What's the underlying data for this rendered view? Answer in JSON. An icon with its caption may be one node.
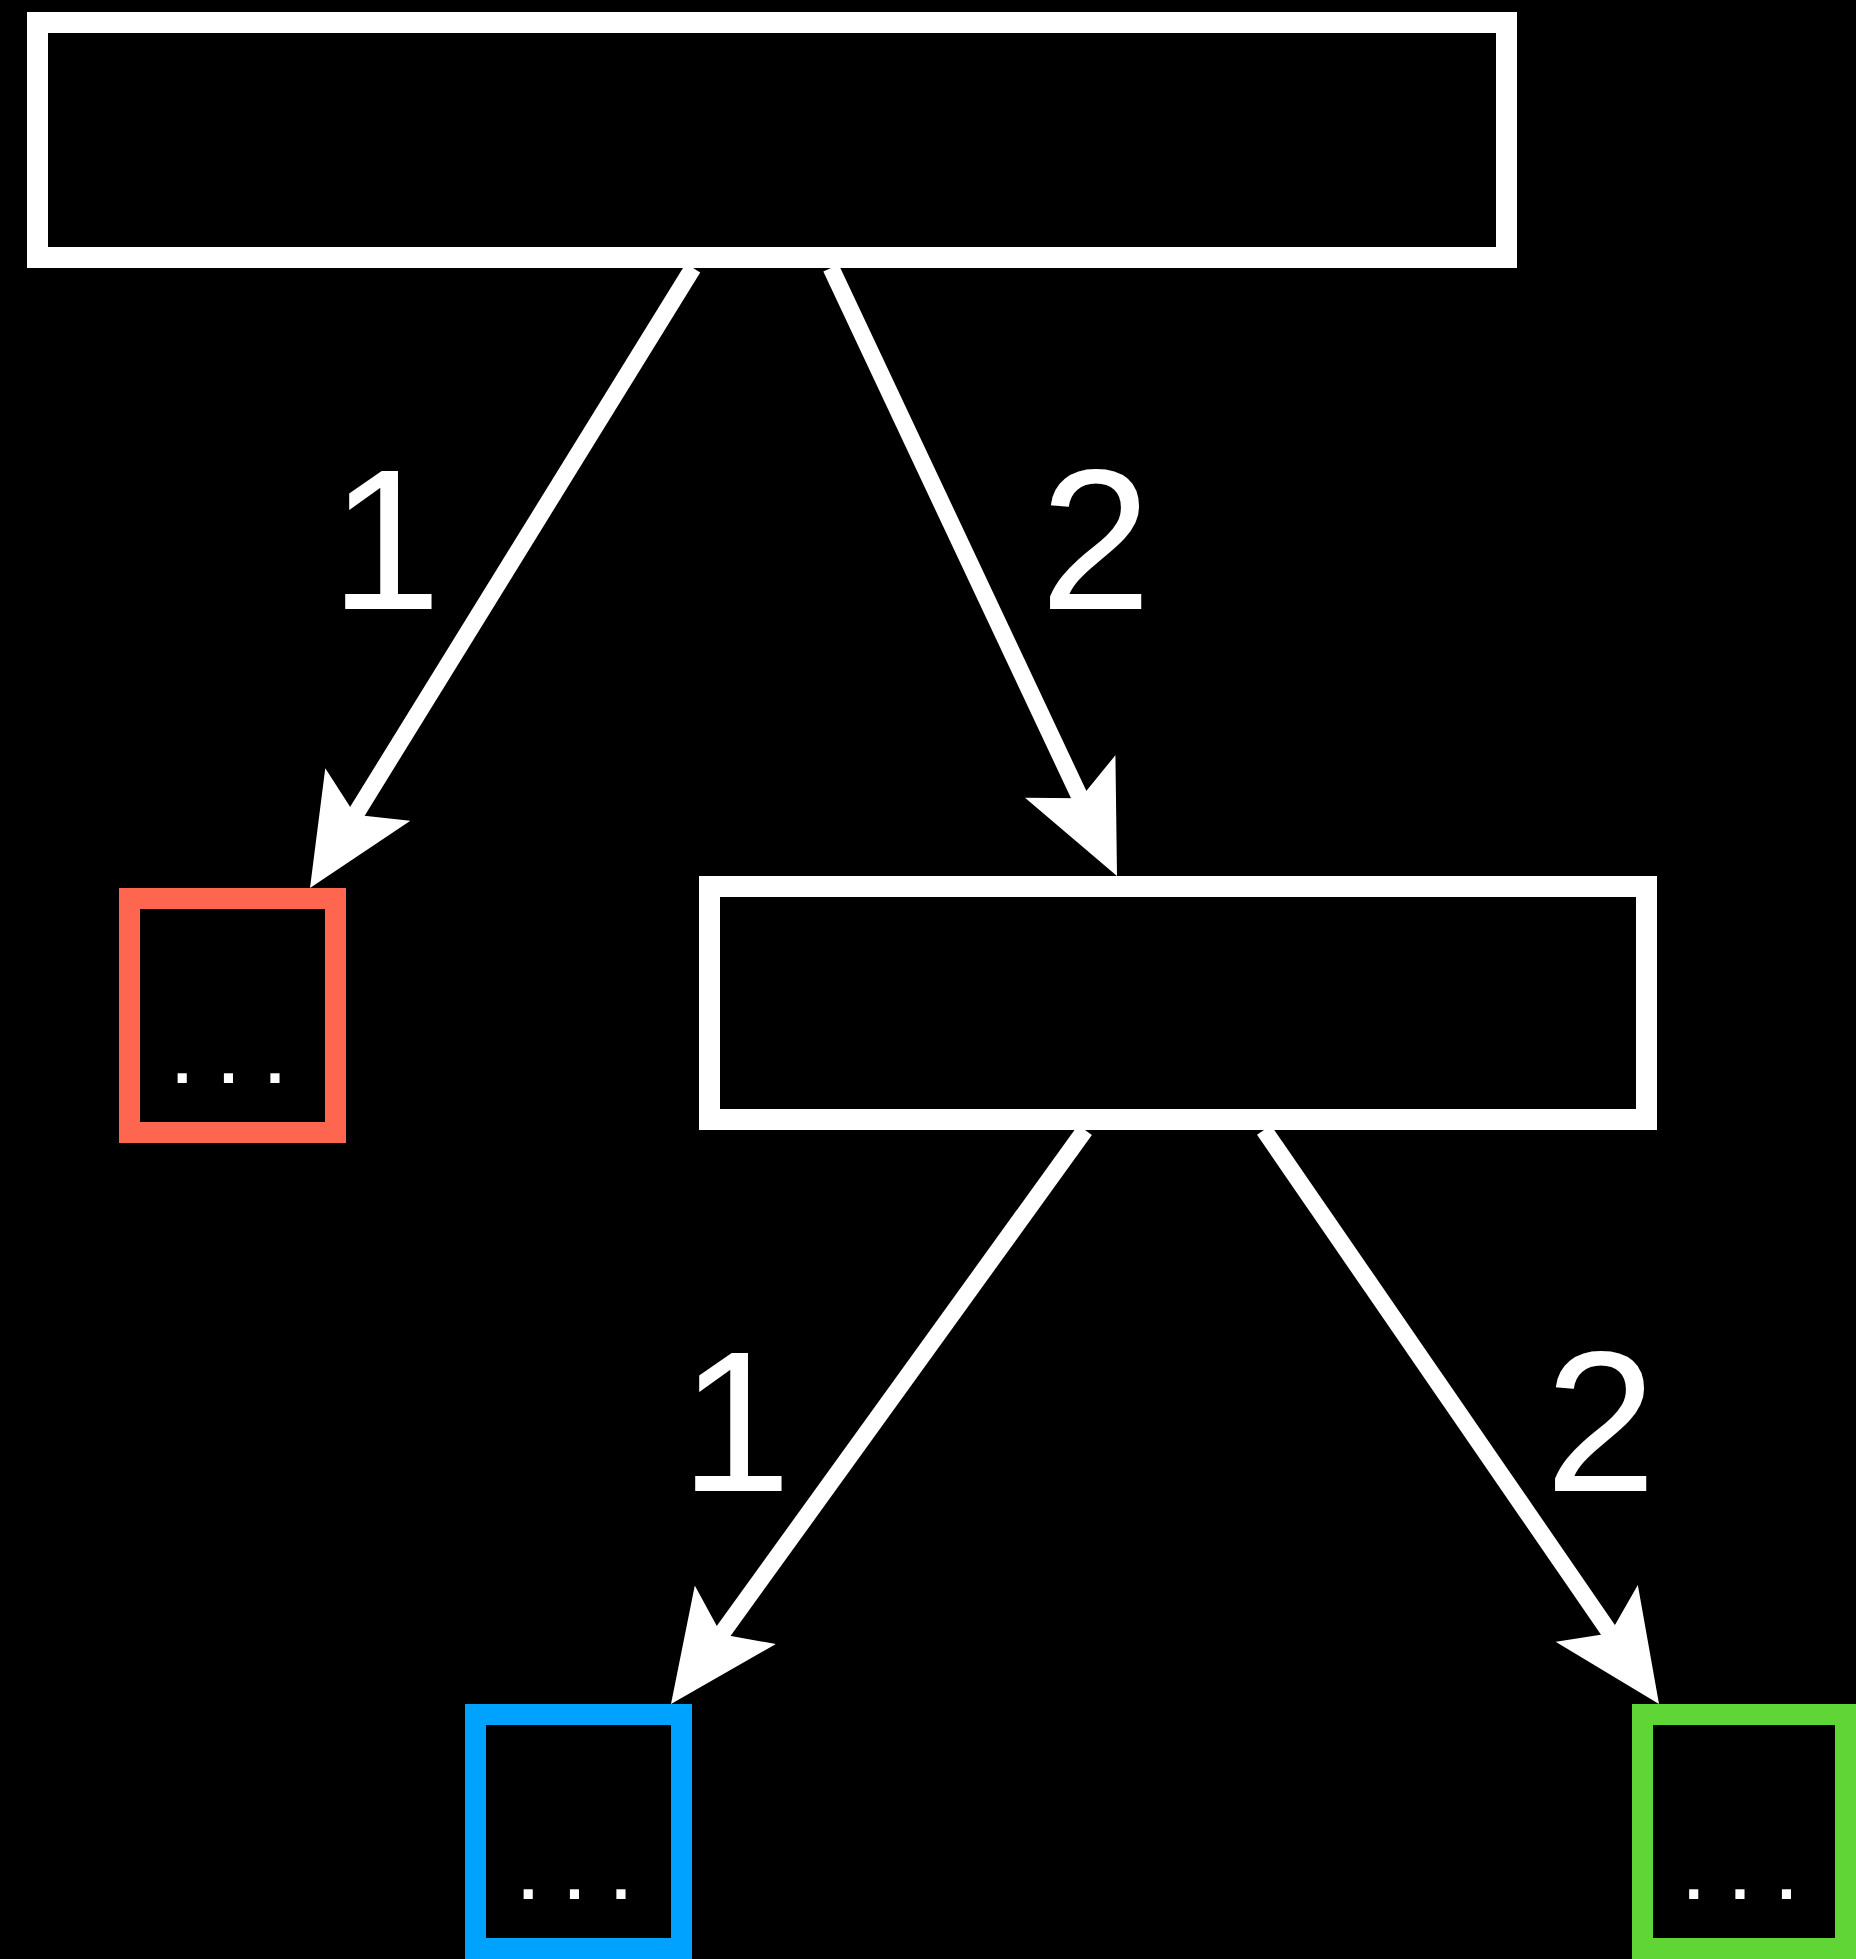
{
  "diagram": {
    "nodes": [
      {
        "text": [],
        "shape": "box"
      },
      {
        "text": [
          "..."
        ]
      },
      {
        "text": [],
        "shape": "box"
      },
      {
        "text": [
          "..."
        ]
      },
      {
        "text": [
          "..."
        ]
      }
    ],
    "edges": [
      {
        "from": 0,
        "to": 1,
        "arrow": "to",
        "label": "1"
      },
      {
        "from": 0,
        "to": 2,
        "arrow": "to",
        "label": "2"
      },
      {
        "from": 2,
        "to": 3,
        "arrow": "to",
        "label": "1"
      },
      {
        "from": 2,
        "to": 4,
        "arrow": "to",
        "label": "2"
      }
    ]
  }
}
